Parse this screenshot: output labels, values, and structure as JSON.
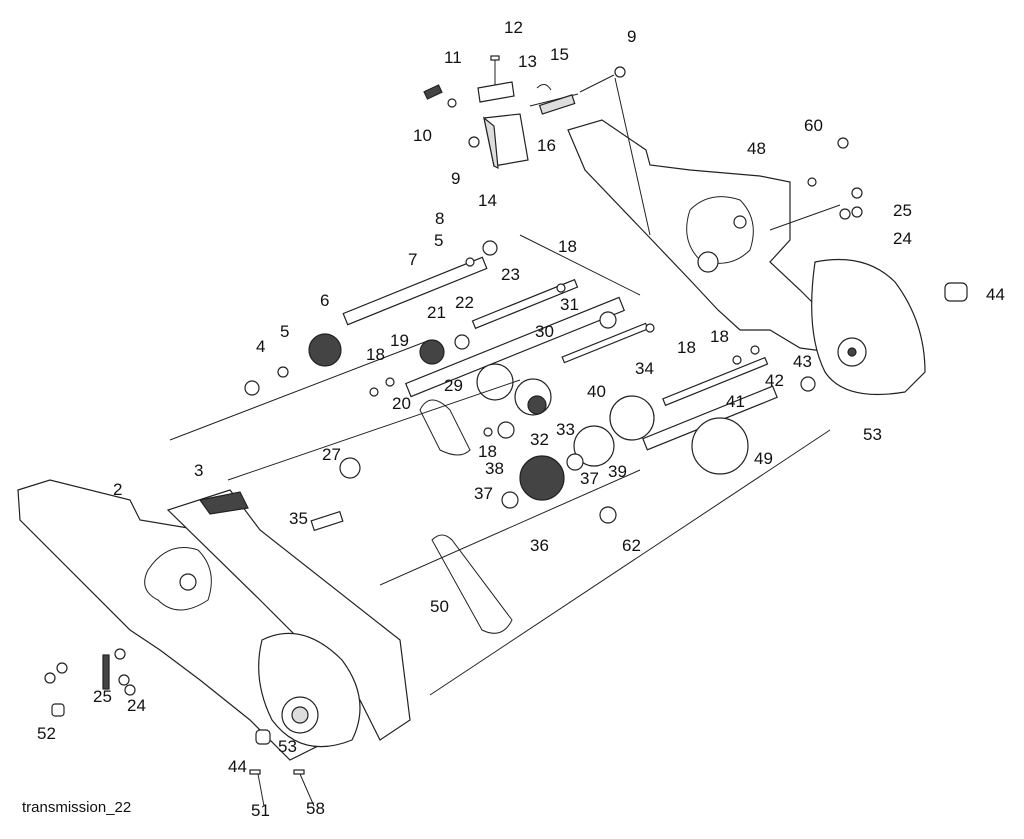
{
  "caption": "transmission_22",
  "labels": [
    {
      "id": "12",
      "text": "12"
    },
    {
      "id": "13",
      "text": "13"
    },
    {
      "id": "15",
      "text": "15"
    },
    {
      "id": "9a",
      "text": "9"
    },
    {
      "id": "11",
      "text": "11"
    },
    {
      "id": "10",
      "text": "10"
    },
    {
      "id": "16",
      "text": "16"
    },
    {
      "id": "9b",
      "text": "9"
    },
    {
      "id": "14",
      "text": "14"
    },
    {
      "id": "48",
      "text": "48"
    },
    {
      "id": "60",
      "text": "60"
    },
    {
      "id": "25a",
      "text": "25"
    },
    {
      "id": "24a",
      "text": "24"
    },
    {
      "id": "8",
      "text": "8"
    },
    {
      "id": "18a",
      "text": "18"
    },
    {
      "id": "5a",
      "text": "5"
    },
    {
      "id": "7",
      "text": "7"
    },
    {
      "id": "23",
      "text": "23"
    },
    {
      "id": "44a",
      "text": "44"
    },
    {
      "id": "6",
      "text": "6"
    },
    {
      "id": "21",
      "text": "21"
    },
    {
      "id": "22",
      "text": "22"
    },
    {
      "id": "31",
      "text": "31"
    },
    {
      "id": "30",
      "text": "30"
    },
    {
      "id": "18b",
      "text": "18"
    },
    {
      "id": "18c",
      "text": "18"
    },
    {
      "id": "4",
      "text": "4"
    },
    {
      "id": "5b",
      "text": "5"
    },
    {
      "id": "18d",
      "text": "18"
    },
    {
      "id": "19",
      "text": "19"
    },
    {
      "id": "34",
      "text": "34"
    },
    {
      "id": "43",
      "text": "43"
    },
    {
      "id": "42",
      "text": "42"
    },
    {
      "id": "20",
      "text": "20"
    },
    {
      "id": "29",
      "text": "29"
    },
    {
      "id": "40",
      "text": "40"
    },
    {
      "id": "41",
      "text": "41"
    },
    {
      "id": "53a",
      "text": "53"
    },
    {
      "id": "33",
      "text": "33"
    },
    {
      "id": "32",
      "text": "32"
    },
    {
      "id": "18e",
      "text": "18"
    },
    {
      "id": "27",
      "text": "27"
    },
    {
      "id": "49",
      "text": "49"
    },
    {
      "id": "3",
      "text": "3"
    },
    {
      "id": "38",
      "text": "38"
    },
    {
      "id": "39",
      "text": "39"
    },
    {
      "id": "37a",
      "text": "37"
    },
    {
      "id": "2",
      "text": "2"
    },
    {
      "id": "37b",
      "text": "37"
    },
    {
      "id": "35",
      "text": "35"
    },
    {
      "id": "36",
      "text": "36"
    },
    {
      "id": "62",
      "text": "62"
    },
    {
      "id": "50",
      "text": "50"
    },
    {
      "id": "25b",
      "text": "25"
    },
    {
      "id": "24b",
      "text": "24"
    },
    {
      "id": "52",
      "text": "52"
    },
    {
      "id": "53b",
      "text": "53"
    },
    {
      "id": "44b",
      "text": "44"
    },
    {
      "id": "51",
      "text": "51"
    },
    {
      "id": "58",
      "text": "58"
    }
  ]
}
